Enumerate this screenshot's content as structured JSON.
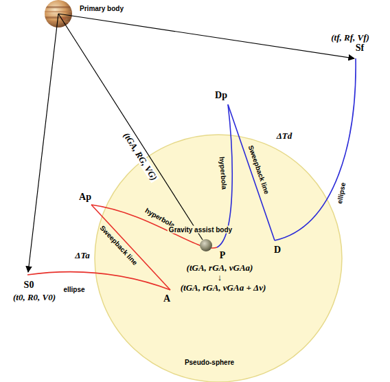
{
  "diagram": {
    "labels": [
      "Primary body",
      "(tf, Rf, Vf)",
      "Sf",
      "(tGA, RG, VG)",
      "Dp",
      "hyperbola",
      "Sweepback line",
      "ΔTd",
      "ellipse",
      "Ap",
      "Sweepback line",
      "ΔTa",
      "hyperbola",
      "Gravity assist body",
      "D",
      "S0",
      "(t0, R0, V0)",
      "A",
      "ellipse",
      "P",
      "(tGA, rGA, vGAa)",
      "↓",
      "(tGA, rGA, vGAa + Δv)",
      "Pseudo-sphere"
    ]
  }
}
